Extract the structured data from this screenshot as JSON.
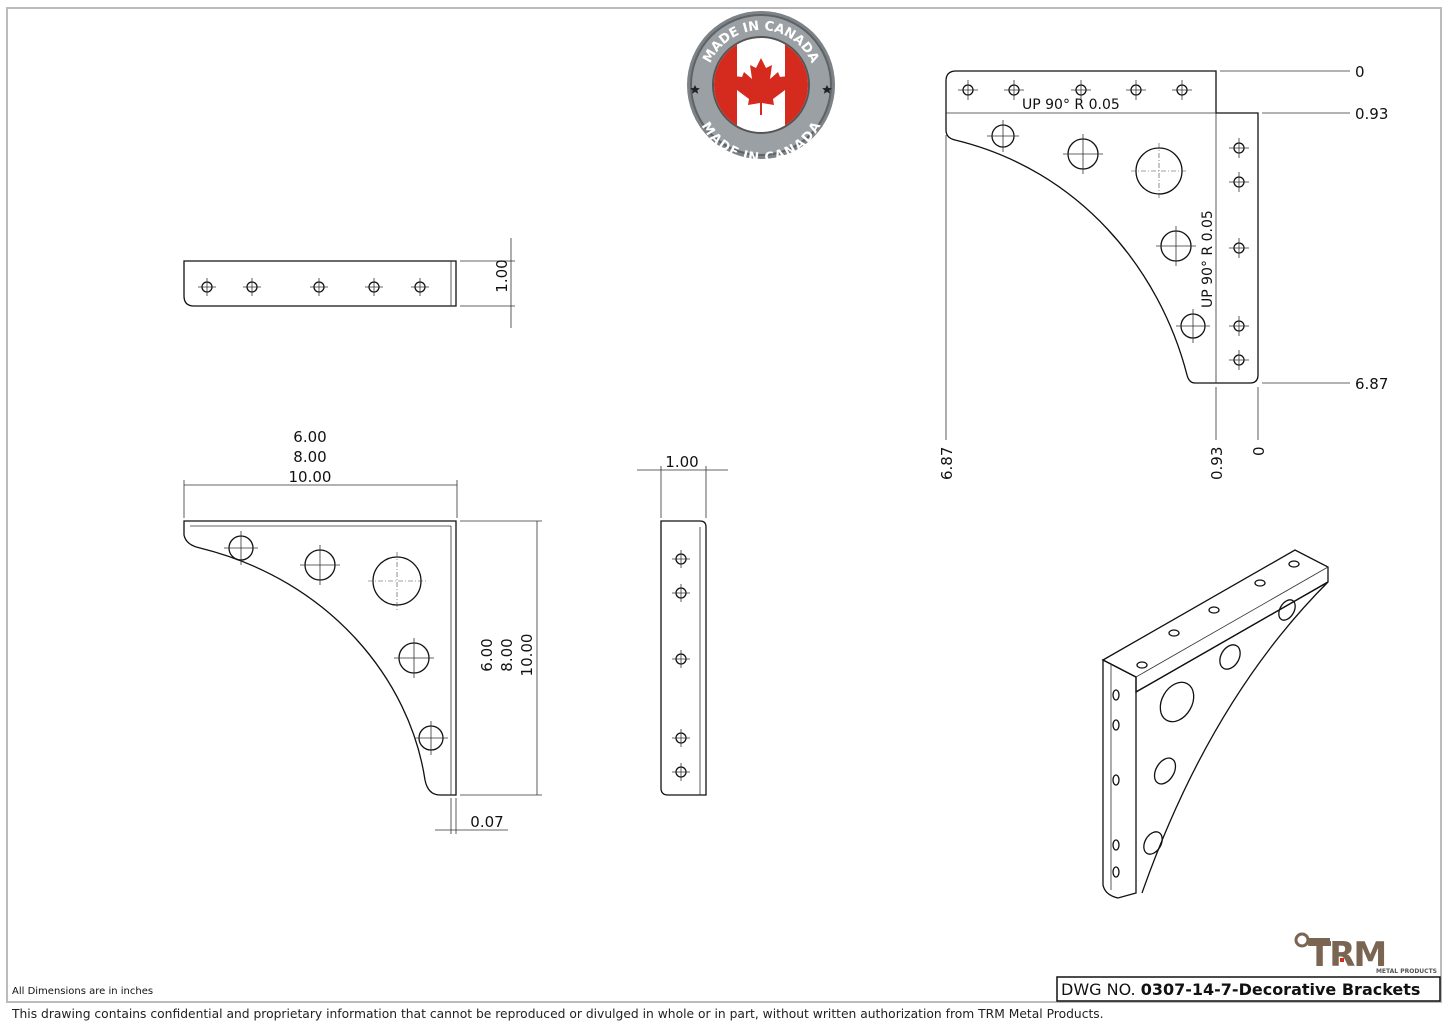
{
  "badge": {
    "text_top": "MADE IN CANADA",
    "text_bottom": "MADE IN CANADA",
    "colors": {
      "red": "#d52b1e",
      "ring": "#8a8f94"
    }
  },
  "top_view": {
    "height_dim": "1.00"
  },
  "front_view": {
    "width_dims": [
      "6.00",
      "8.00",
      "10.00"
    ],
    "height_dims": [
      "6.00",
      "8.00",
      "10.00"
    ],
    "thickness_dim": "0.07"
  },
  "side_view": {
    "width_dim": "1.00"
  },
  "flat_pattern": {
    "bend_note_top": "UP  90°  R 0.05",
    "bend_note_side": "UP  90°  R 0.05",
    "right_ordinates": [
      "0",
      "0.93",
      "6.87"
    ],
    "bottom_ordinates": [
      "6.87",
      "0.93",
      "0"
    ]
  },
  "footer": {
    "units_note": "All Dimensions are in inches",
    "dwg_prefix": "DWG NO.",
    "dwg_number": "0307-14-7-Decorative Brackets",
    "confidential": "This drawing contains confidential and proprietary information that cannot be reproduced or divulged in whole or in part, without written authorization from TRM Metal Products.",
    "logo_text": "TRM",
    "logo_sub": "METAL PRODUCTS",
    "logo_color": "#7a6552"
  }
}
